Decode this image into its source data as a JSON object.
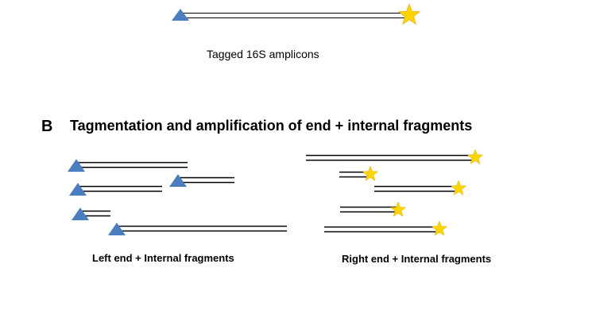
{
  "panel_a": {
    "caption": "Tagged 16S amplicons"
  },
  "panel_b": {
    "letter": "B",
    "title": "Tagmentation and amplification of end + internal fragments",
    "left_label": "Left end + Internal fragments",
    "right_label": "Right end + Internal fragments",
    "left_fragment_count": 5,
    "right_fragment_count": 5
  },
  "colors": {
    "triangle": "#4a7ebf",
    "star": "#ffd400",
    "star_outline": "#e0a800",
    "line": "#000000"
  },
  "icons": {
    "left_tag": "triangle-icon",
    "right_tag": "star-icon"
  }
}
